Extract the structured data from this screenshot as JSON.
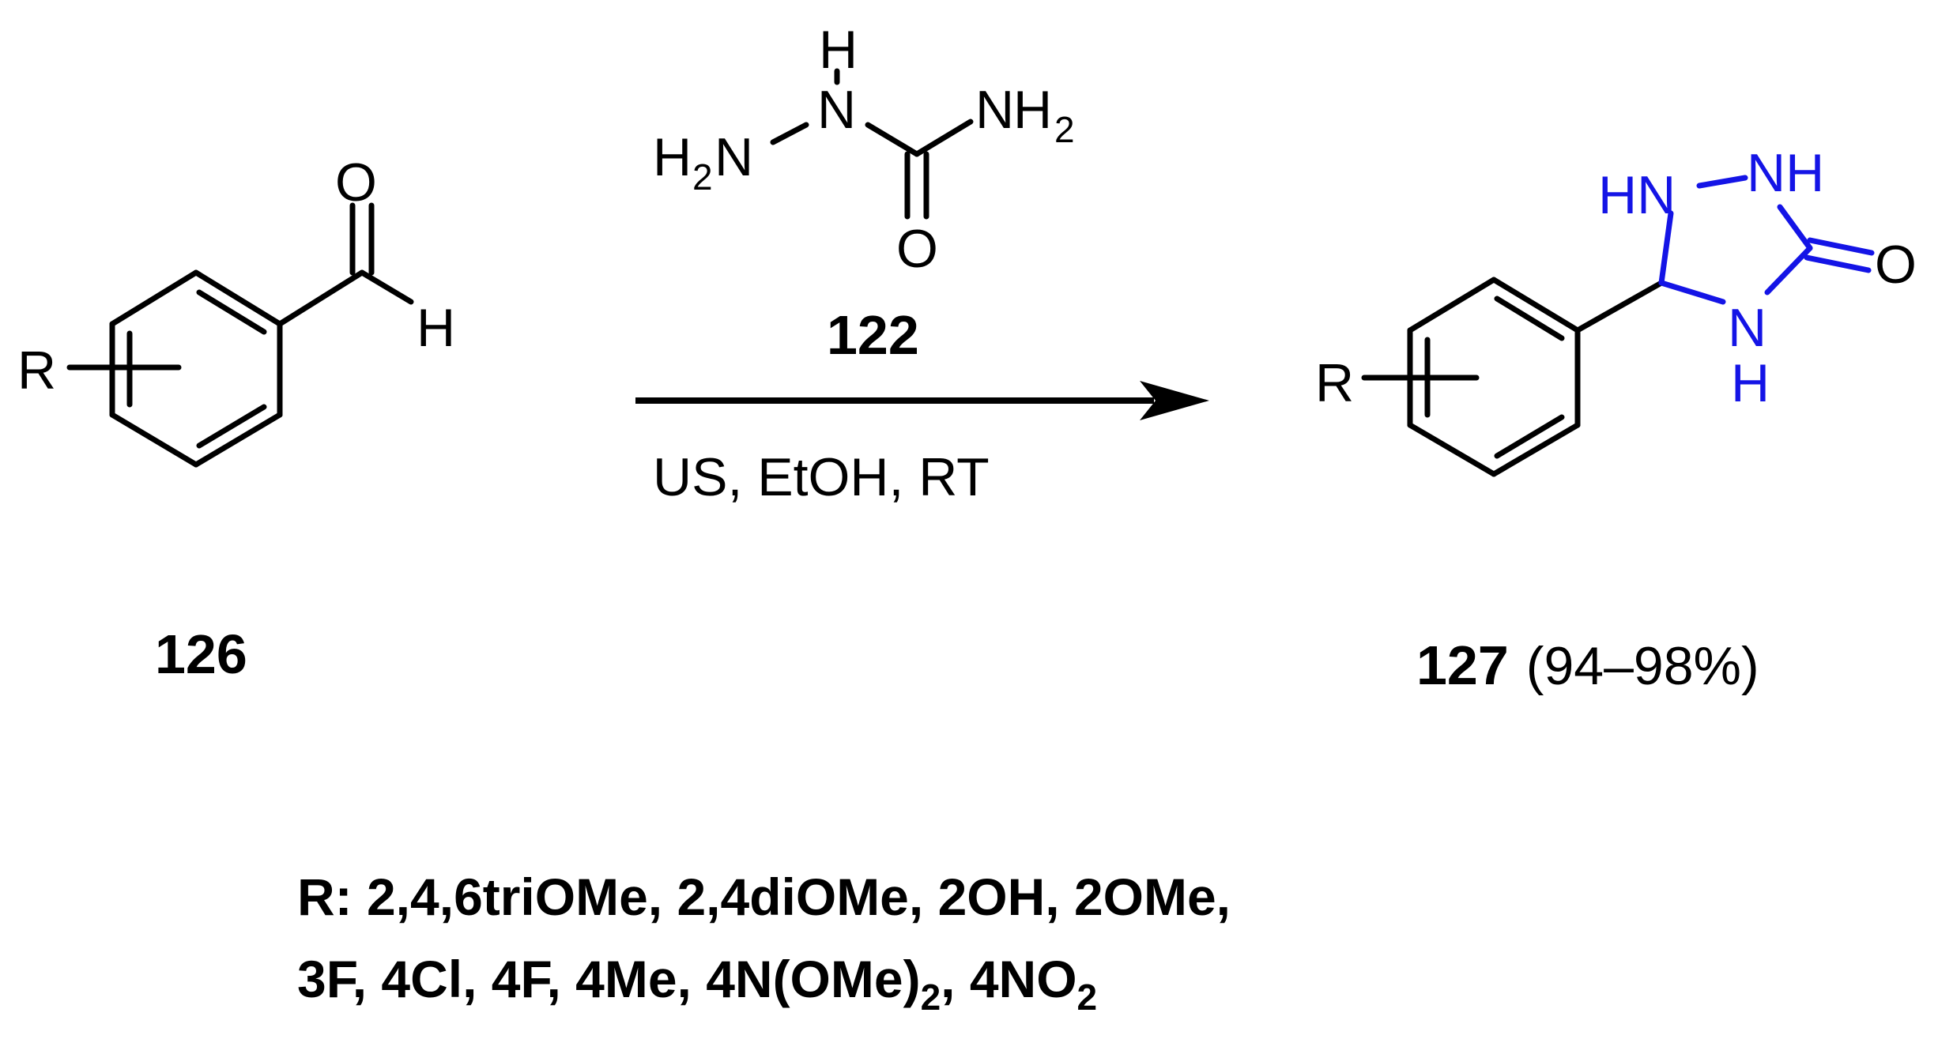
{
  "colors": {
    "black": "#000000",
    "blue": "#1414e6"
  },
  "atoms": {
    "R": "R",
    "O": "O",
    "H": "H",
    "N": "N",
    "NH": "NH",
    "HN": "HN",
    "subscript_2": "2"
  },
  "compounds": {
    "c126": {
      "label": "126"
    },
    "c122": {
      "label": "122"
    },
    "c127": {
      "label": "127",
      "yield": "(94–98%)"
    }
  },
  "reaction": {
    "conditions": "US, EtOH, RT"
  },
  "substituents": {
    "line1": "R: 2,4,6triOMe, 2,4diOMe, 2OH, 2OMe,",
    "line2_prefix": "3F, 4Cl, 4F, 4Me, 4N(OMe)",
    "line2_sub": "2",
    "line2_mid": ", 4NO",
    "line2_sub2": "2"
  }
}
